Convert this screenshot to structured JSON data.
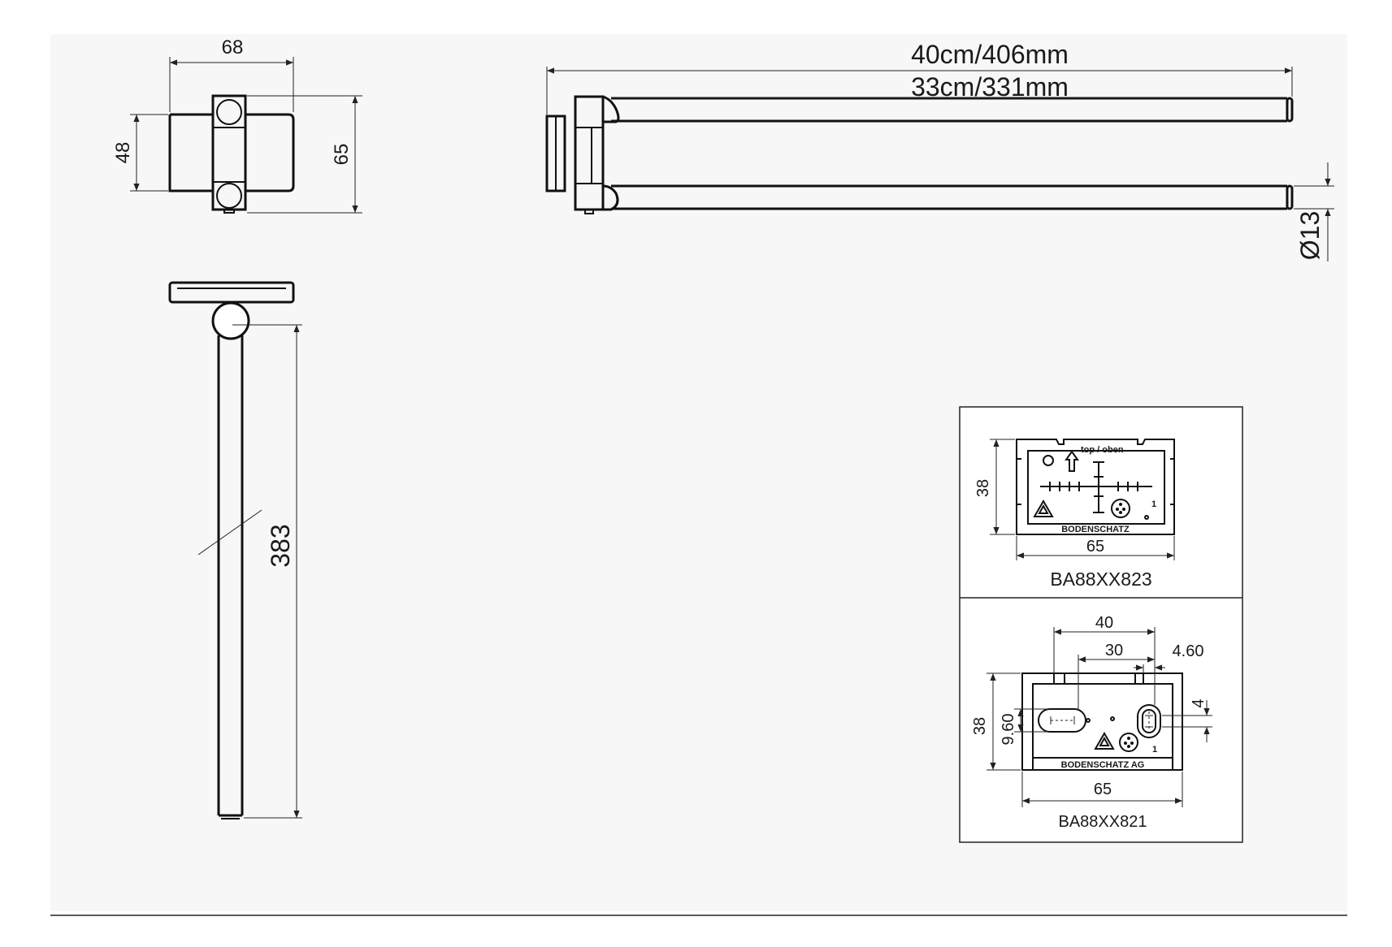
{
  "top_view": {
    "width": "68",
    "height_outer": "65",
    "height_inner": "48"
  },
  "front_view": {
    "overall_length": "40cm/406mm",
    "bar_length": "33cm/331mm",
    "bar_diameter": "Ø13"
  },
  "side_view": {
    "arm_length": "383"
  },
  "detail_823": {
    "height": "38",
    "width": "65",
    "label_top": "top / oben",
    "brand": "BODENSCHATZ",
    "marker": "1",
    "part_number": "BA88XX823"
  },
  "detail_821": {
    "dim_40": "40",
    "dim_30": "30",
    "dim_460": "4.60",
    "dim_4": "4",
    "height": "38",
    "dim_960": "9.60",
    "width": "65",
    "brand": "BODENSCHATZ AG",
    "marker": "1",
    "part_number": "BA88XX821"
  }
}
